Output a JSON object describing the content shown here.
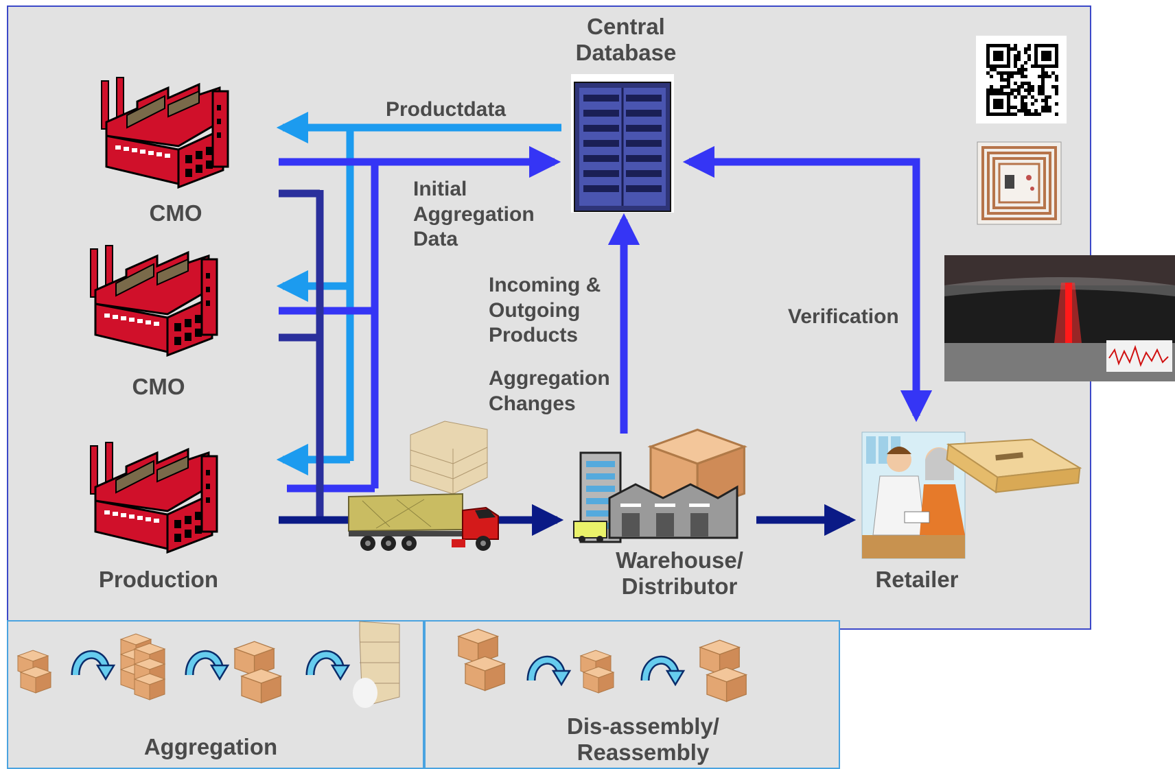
{
  "nodes": {
    "central_database": [
      "Central",
      "Database"
    ],
    "cmo_top": "CMO",
    "cmo_middle": "CMO",
    "production": "Production",
    "warehouse": [
      "Warehouse/",
      "Distributor"
    ],
    "retailer": "Retailer"
  },
  "flows": {
    "productdata": "Productdata",
    "initial_aggregation": [
      "Initial",
      "Aggregation",
      "Data"
    ],
    "incoming_outgoing": [
      "Incoming &",
      "Outgoing",
      "Products"
    ],
    "aggregation_changes": [
      "Aggregation",
      "Changes"
    ],
    "verification": "Verification"
  },
  "bottom_panels": {
    "aggregation": "Aggregation",
    "disassembly": [
      "Dis-assembly/",
      "Reassembly"
    ]
  },
  "colors": {
    "light_blue": "#1c9bef",
    "medium_blue": "#3535f5",
    "dark_blue": "#2a2f9c",
    "navy": "#0a1a86",
    "panel_bg": "#e2e2e2",
    "factory_red": "#d0102a"
  },
  "icons": [
    "factory-icon",
    "server-icon",
    "truck-icon",
    "warehouse-icon",
    "retailer-scene-icon",
    "qr-code-icon",
    "rfid-tag-icon",
    "laser-scan-icon",
    "carton-icon",
    "pallet-icon",
    "curved-arrow-icon"
  ]
}
